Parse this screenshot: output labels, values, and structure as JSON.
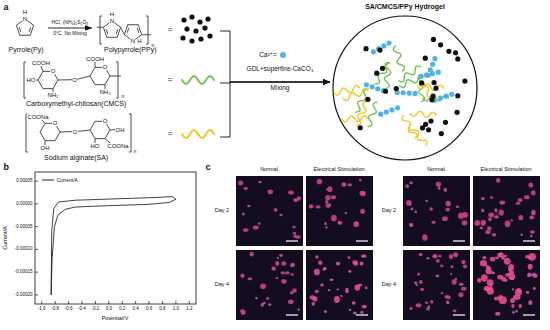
{
  "diagram": {
    "nodes": [
      {
        "text": [
          "Pyrrole(Py)"
        ]
      },
      {
        "text": [
          "Polypyrrole(PPy)"
        ]
      },
      {
        "text": [
          "Carboxymethyl-chitosan(CMCS)"
        ]
      },
      {
        "text": [
          "Sodium alginate(SA)"
        ]
      },
      {
        "text": [
          "SA/CMCS/PPy Hydrogel"
        ]
      }
    ],
    "edges": [
      {
        "from": 0,
        "to": 1,
        "arrow": "to",
        "label": "HCl, (NH₄)₂S₂O₈"
      },
      {
        "from": 1,
        "to": 4,
        "arrow": "to",
        "label": "Mixing"
      },
      {
        "from": 2,
        "to": 4,
        "arrow": "to"
      },
      {
        "from": 3,
        "to": 4,
        "arrow": "to"
      }
    ],
    "labels": [
      "a",
      "0°C, No Mixing",
      "H",
      "N",
      "H",
      "N",
      "N",
      "H",
      "n",
      "=",
      "COOH",
      "O",
      "HO",
      "NH₂",
      "O",
      "COOH",
      "O",
      "NH₂",
      "n",
      "=",
      "COONa",
      "O",
      "OH",
      "O",
      "O",
      "OH",
      "HO",
      "COONa",
      "n",
      "=",
      "Ca²⁺=",
      "GDL+superfine-CaCO₃",
      "b",
      "Current/A",
      "Potential/V",
      "0.00005",
      "0.00000",
      "-0.00005",
      "-0.00010",
      "-0.00015",
      "-0.00020",
      "-1.0",
      "-0.8",
      "-0.6",
      "-0.4",
      "-0.2",
      "0.0",
      "0.2",
      "0.4",
      "0.6",
      "0.8",
      "1.0",
      "1.2",
      "c",
      "Normal",
      "Electrical Stimulation",
      "Normal",
      "Electrical Stimulation",
      "Day 2",
      "Day 4",
      "Day 2",
      "Day 4"
    ],
    "legend": [
      {
        "text": "Current/A"
      }
    ]
  }
}
